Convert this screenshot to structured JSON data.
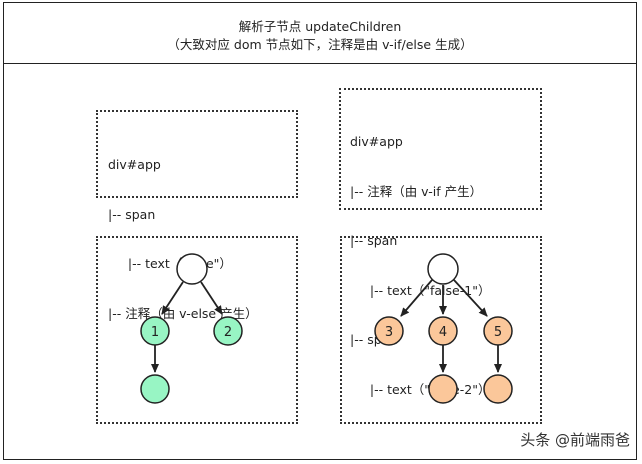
{
  "header": {
    "line1": "解析子节点 updateChildren",
    "line2": "（大致对应 dom 节点如下，注释是由 v-if/else 生成）"
  },
  "left_code": [
    "div#app",
    "|-- span",
    "     |-- text（\"true\"）",
    "|-- 注释（由 v-else 产生）"
  ],
  "right_code": [
    "div#app",
    "|-- 注释（由 v-if 产生）",
    "|-- span",
    "     |-- text（\"false-1\"）",
    "|-- span",
    "     |-- text（\"false-2\"）"
  ],
  "left_tree": {
    "fill_colors": {
      "root": "#ffffff",
      "child": "#98f5c4"
    },
    "nodes": {
      "n1": "1",
      "n2": "2"
    }
  },
  "right_tree": {
    "fill_colors": {
      "root": "#ffffff",
      "child": "#fbc79a"
    },
    "nodes": {
      "n3": "3",
      "n4": "4",
      "n5": "5"
    }
  },
  "watermark": "头条 @前端雨爸"
}
